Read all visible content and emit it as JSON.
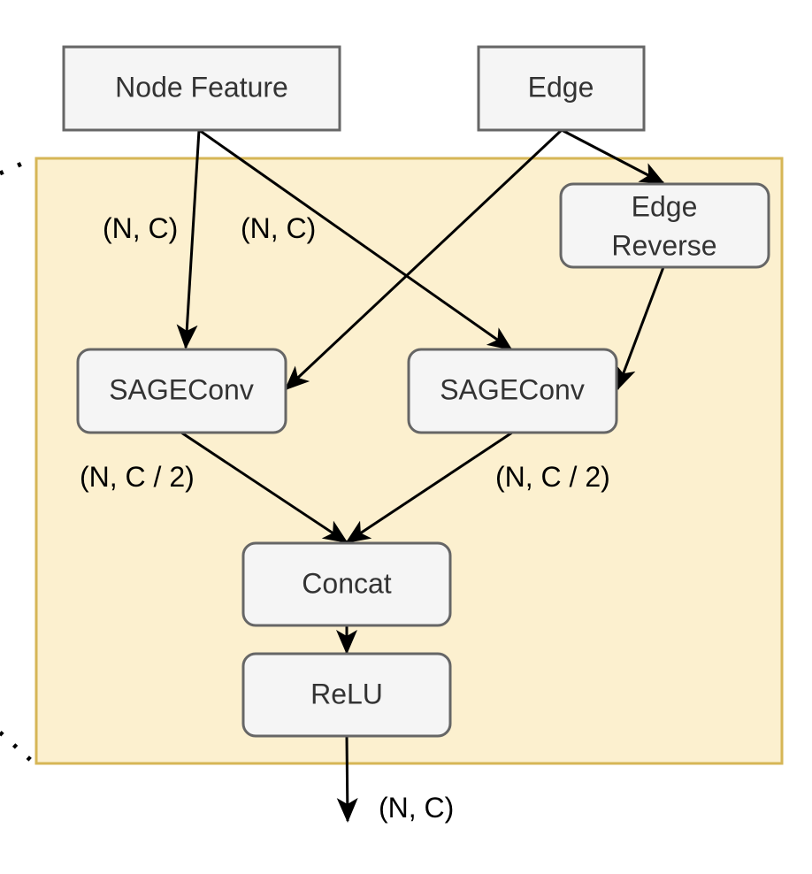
{
  "diagram": {
    "colors": {
      "container_fill": "#fcf0cf",
      "container_stroke": "#d6b656",
      "box_fill": "#f5f5f5",
      "box_stroke": "#666666",
      "box_text": "#333333",
      "edge": "#000000"
    },
    "nodes": {
      "node_feature": "Node Feature",
      "edge": "Edge",
      "edge_reverse_line1": "Edge",
      "edge_reverse_line2": "Reverse",
      "sageconv_left": "SAGEConv",
      "sageconv_right": "SAGEConv",
      "concat": "Concat",
      "relu": "ReLU"
    },
    "edge_labels": {
      "nodefeat_to_left": "(N, C)",
      "nodefeat_to_right": "(N, C)",
      "left_to_concat": "(N, C / 2)",
      "right_to_concat": "(N, C / 2)",
      "output": "(N, C)"
    },
    "edges": [
      {
        "from": "Node Feature",
        "to": "SAGEConv (left)"
      },
      {
        "from": "Node Feature",
        "to": "SAGEConv (right)"
      },
      {
        "from": "Edge",
        "to": "SAGEConv (left)"
      },
      {
        "from": "Edge",
        "to": "Edge Reverse"
      },
      {
        "from": "Edge Reverse",
        "to": "SAGEConv (right)"
      },
      {
        "from": "SAGEConv (left)",
        "to": "Concat"
      },
      {
        "from": "SAGEConv (right)",
        "to": "Concat"
      },
      {
        "from": "Concat",
        "to": "ReLU"
      },
      {
        "from": "ReLU",
        "to": "output"
      }
    ]
  }
}
